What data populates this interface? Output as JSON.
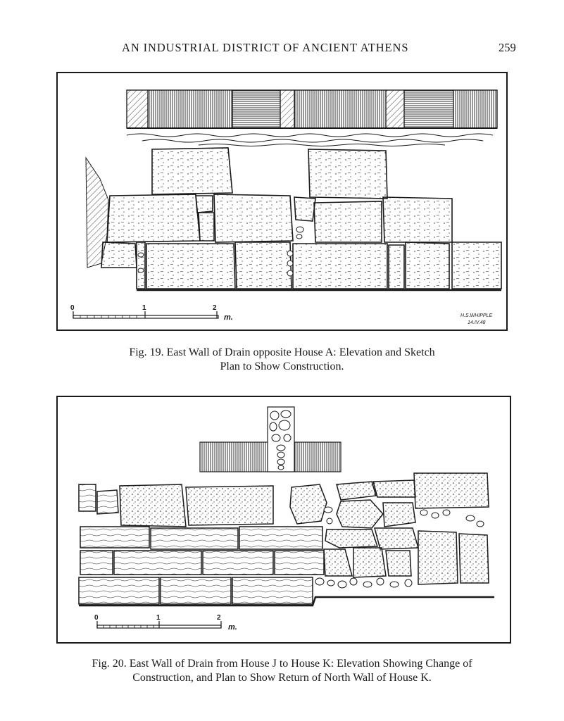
{
  "header": {
    "running_title": "AN INDUSTRIAL DISTRICT OF ANCIENT ATHENS",
    "page_number": "259"
  },
  "figure19": {
    "caption_line1": "Fig. 19.  East Wall of Drain opposite House A:  Elevation and Sketch",
    "caption_line2": "Plan to Show Construction.",
    "scale": {
      "tick_0": "0",
      "tick_1": "1",
      "tick_2": "2",
      "unit": "m."
    },
    "signature": {
      "name": "H.S.WHIPPLE",
      "date": "14.IV.48"
    }
  },
  "figure20": {
    "caption_line1": "Fig. 20.  East Wall of Drain from House J to House K:  Elevation Showing Change of",
    "caption_line2": "Construction, and Plan to Show Return of North Wall of House K.",
    "scale": {
      "tick_0": "0",
      "tick_1": "1",
      "tick_2": "2",
      "unit": "m."
    }
  },
  "colors": {
    "ink": "#1a1a1a",
    "paper": "#ffffff"
  }
}
